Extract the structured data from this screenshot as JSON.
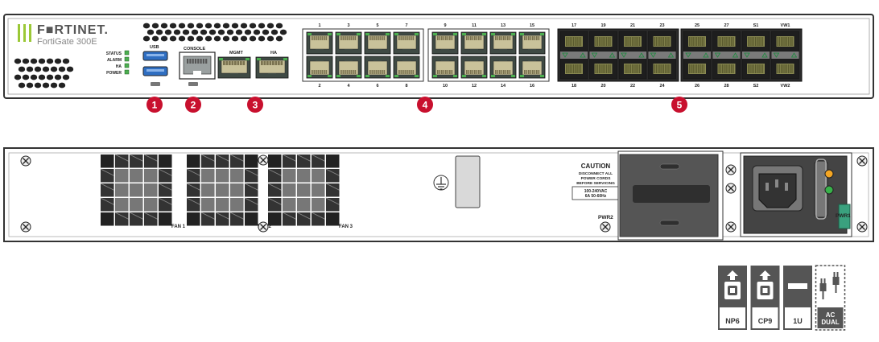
{
  "front": {
    "brand": "F■RTINET.",
    "model": "FortiGate 300E",
    "leds": [
      "STATUS",
      "ALARM",
      "HA",
      "POWER"
    ],
    "usb_label": "USB",
    "console_label": "CONSOLE",
    "mgmt_label": "MGMT",
    "ha_label": "HA",
    "rj45_group1_top": [
      "1",
      "3",
      "5",
      "7"
    ],
    "rj45_group1_bottom": [
      "2",
      "4",
      "6",
      "8"
    ],
    "rj45_group2_top": [
      "9",
      "11",
      "13",
      "15"
    ],
    "rj45_group2_bottom": [
      "10",
      "12",
      "14",
      "16"
    ],
    "sfp_group1_top": [
      "17",
      "19",
      "21",
      "23"
    ],
    "sfp_group1_bottom": [
      "18",
      "20",
      "22",
      "24"
    ],
    "sfp_group2_top": [
      "25",
      "27",
      "S1",
      "VW1"
    ],
    "sfp_group2_bottom": [
      "26",
      "28",
      "S2",
      "VW2"
    ],
    "callouts": [
      "1",
      "2",
      "3",
      "4",
      "5"
    ]
  },
  "back": {
    "fans": [
      "FAN 1",
      "FAN 2",
      "FAN 3"
    ],
    "caution_title": "CAUTION",
    "caution_lines": [
      "DISCONNECT ALL",
      "POWER CORDS",
      "BEFORE SERVICING"
    ],
    "rating_lines": [
      "100-240VAC",
      "6A 50-60Hz"
    ],
    "pwr2_label": "PWR2",
    "pwr1_label": "PWR1"
  },
  "badges": [
    {
      "label": "NP6",
      "icon": "chip-up-icon"
    },
    {
      "label": "CP9",
      "icon": "chip-up-icon"
    },
    {
      "label": "1U",
      "icon": "rack-unit-icon"
    },
    {
      "label": "AC DUAL",
      "icon": "dual-plug-icon"
    }
  ],
  "colors": {
    "callout": "#c8102e",
    "led": "#4caf50",
    "badge": "#555555",
    "chassis": "#ffffff"
  }
}
